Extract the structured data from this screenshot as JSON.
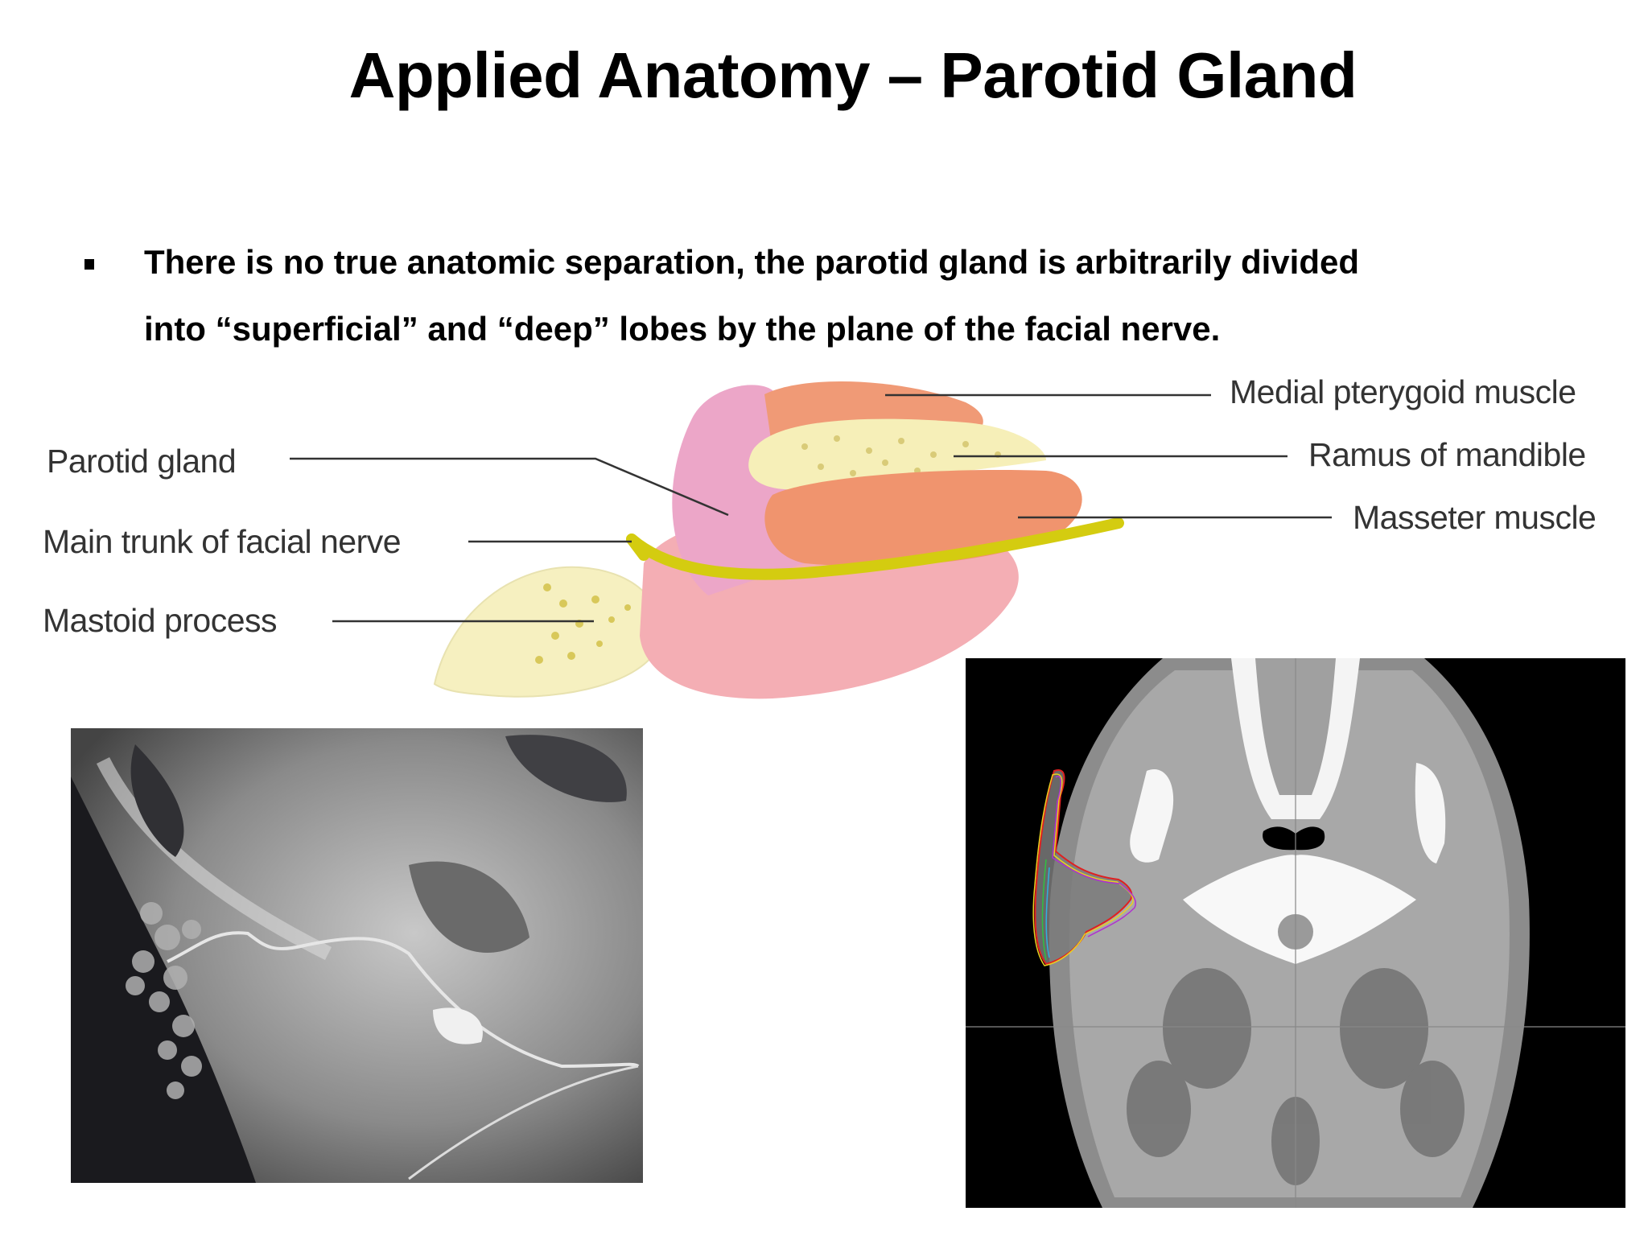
{
  "slide": {
    "title": "Applied Anatomy – Parotid Gland",
    "bullets": [
      {
        "line1": "There is no true anatomic separation, the parotid gland is arbitrarily divided",
        "line2": "into “superficial” and “deep” lobes by the plane of the facial nerve."
      }
    ]
  },
  "diagram": {
    "labels_left": [
      "Parotid gland",
      "Main trunk of facial nerve",
      "Mastoid process"
    ],
    "labels_right": [
      "Medial pterygoid muscle",
      "Ramus of mandible",
      "Masseter muscle"
    ],
    "colors": {
      "parotid": "#f2a8b8",
      "muscle": "#f0946e",
      "bone": "#f6f0b4",
      "nerve": "#d4cc10"
    }
  },
  "images": {
    "xray": "sialogram-xray",
    "ct": "axial-ct-with-parotid-contours"
  }
}
